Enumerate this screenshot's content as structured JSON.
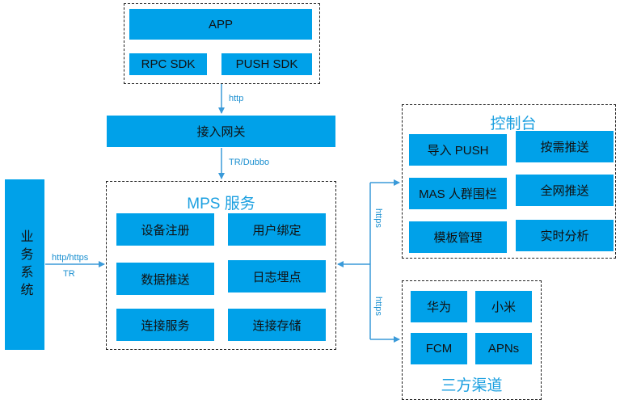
{
  "app_group": {
    "app": "APP",
    "rpc_sdk": "RPC SDK",
    "push_sdk": "PUSH SDK"
  },
  "links": {
    "http": "http",
    "tr_dubbo": "TR/Dubbo",
    "http_https": "http/https",
    "tr": "TR",
    "https_top": "https",
    "https_bottom": "https"
  },
  "gateway": "接入网关",
  "business_system": "业务系统",
  "mps": {
    "title": "MPS 服务",
    "items": [
      "设备注册",
      "用户绑定",
      "数据推送",
      "日志埋点",
      "连接服务",
      "连接存储"
    ]
  },
  "console": {
    "title": "控制台",
    "items": [
      "导入 PUSH",
      "按需推送",
      "MAS 人群围栏",
      "全网推送",
      "模板管理",
      "实时分析"
    ]
  },
  "channels": {
    "title": "三方渠道",
    "items": [
      "华为",
      "小米",
      "FCM",
      "APNs"
    ]
  },
  "colors": {
    "box": "#00A1E9",
    "arrow": "#3a9ad9",
    "title": "#1a9fe0"
  }
}
